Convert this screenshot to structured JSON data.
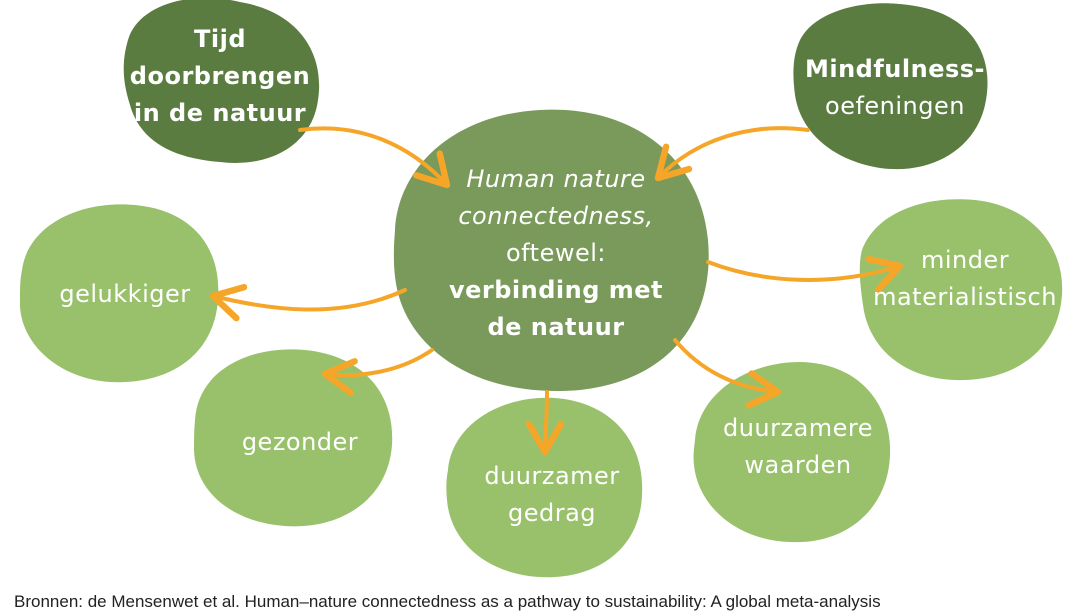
{
  "colors": {
    "dark_green": "#5b7c41",
    "center_green": "#7a9a5b",
    "light_green": "#99c16c",
    "arrow_orange": "#f5a628",
    "text_white": "#ffffff"
  },
  "diagram": {
    "center": {
      "line1": "Human nature",
      "line2": "connectedness,",
      "line3": "oftewel:",
      "line4": "verbinding met",
      "line5": "de natuur"
    },
    "inputs": [
      {
        "lines": [
          "Tijd",
          "doorbrengen",
          "in de natuur"
        ]
      },
      {
        "lines": [
          "Mindfulness-",
          "oefeningen"
        ]
      }
    ],
    "outcomes": [
      {
        "lines": [
          "gelukkiger"
        ]
      },
      {
        "lines": [
          "gezonder"
        ]
      },
      {
        "lines": [
          "duurzamer",
          "gedrag"
        ]
      },
      {
        "lines": [
          "duurzamere",
          "waarden"
        ]
      },
      {
        "lines": [
          "minder",
          "materialistisch"
        ]
      }
    ]
  },
  "caption": "Bronnen: de Mensenwet et al. Human–nature connectedness as a pathway to sustainability: A global meta-analysis"
}
